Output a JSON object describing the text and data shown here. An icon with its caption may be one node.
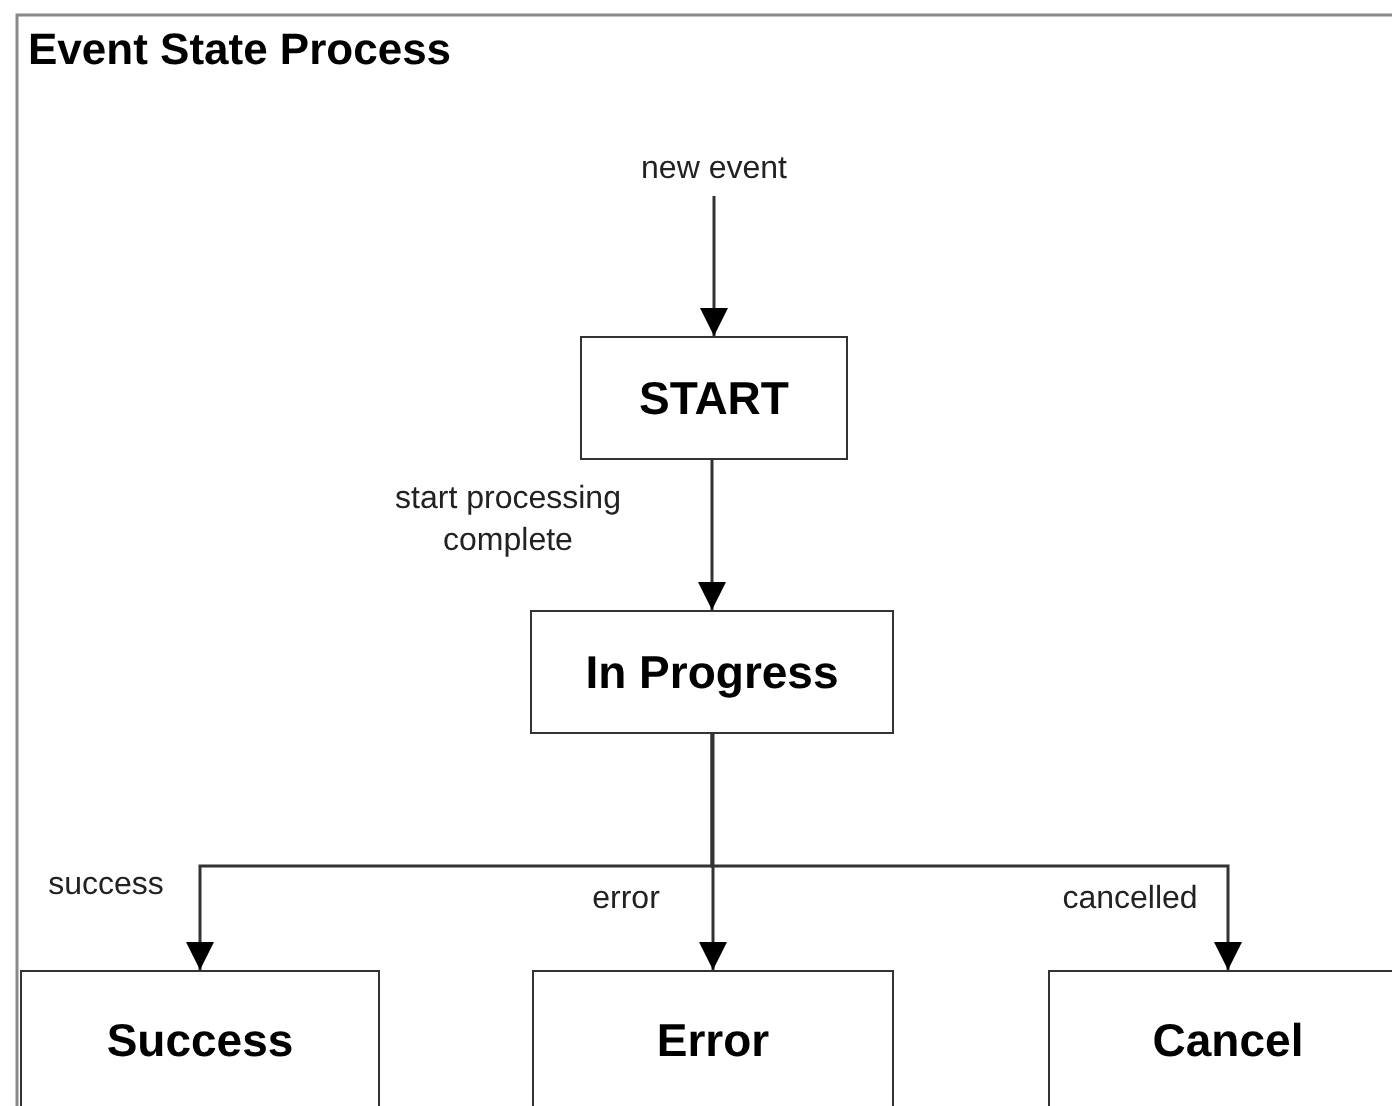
{
  "diagram": {
    "title": "Event State Process",
    "nodes": [
      {
        "text": [
          "new event"
        ]
      },
      {
        "text": [
          "START"
        ]
      },
      {
        "text": [
          "In Progress"
        ]
      },
      {
        "text": [
          "Success"
        ]
      },
      {
        "text": [
          "Error"
        ]
      },
      {
        "text": [
          "Cancel"
        ]
      }
    ],
    "edges": [
      {
        "from": 0,
        "to": 1,
        "arrow": "to"
      },
      {
        "from": 1,
        "to": 2,
        "arrow": "to",
        "label": "start processing complete"
      },
      {
        "from": 2,
        "to": 3,
        "arrow": "to",
        "label": "success"
      },
      {
        "from": 2,
        "to": 4,
        "arrow": "to",
        "label": "error"
      },
      {
        "from": 2,
        "to": 5,
        "arrow": "to",
        "label": "cancelled"
      }
    ]
  }
}
